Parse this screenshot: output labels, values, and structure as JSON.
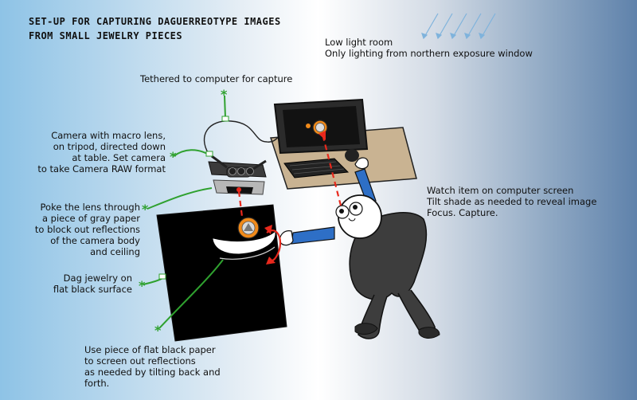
{
  "title_lines": [
    "SET-UP FOR CAPTURING DAGUERREOTYPE IMAGES",
    "FROM SMALL JEWELRY PIECES"
  ],
  "notes": {
    "room": "Low light room\nOnly lighting from northern exposure window",
    "tethered": "Tethered to computer for capture",
    "camera": "Camera with macro lens,\non tripod, directed down\nat table. Set camera\nto take Camera RAW format",
    "poke": "Poke the lens through\na piece of gray paper\nto block out reflections\nof the camera body\nand ceiling",
    "dag": "Dag jewelry on\nflat black surface",
    "watch": "Watch item on computer screen\nTilt shade as needed to reveal image\nFocus. Capture.",
    "paper": "Use piece of flat black paper\nto screen out reflections\nas needed by tilting back and\nforth."
  },
  "colors": {
    "leader": "#2fa12f",
    "arrow": "#e8281c",
    "jewel": "#f08a1a",
    "sleeve": "#2e6fc6",
    "desk": "#c9b392",
    "paper": "#000000"
  }
}
